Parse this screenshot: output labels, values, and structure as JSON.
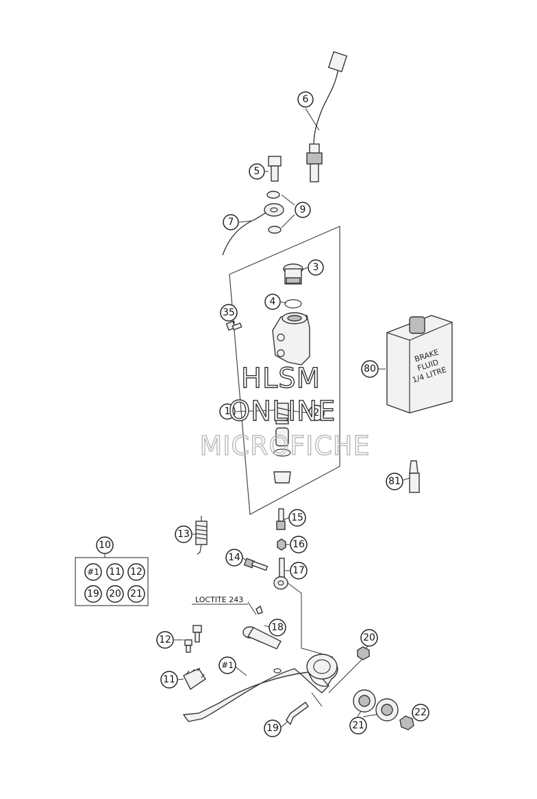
{
  "callouts": {
    "c6": "6",
    "c5": "5",
    "c9": "9",
    "c7": "7",
    "c3": "3",
    "c4": "4",
    "c35": "35",
    "c1": "1",
    "c2": "2",
    "c80": "80",
    "c81": "81",
    "c15": "15",
    "c16": "16",
    "c13": "13",
    "c14": "14",
    "c17": "17",
    "c10": "10",
    "k1": "#1",
    "k11": "11",
    "k12": "12",
    "k19": "19",
    "k20": "20",
    "k21": "21",
    "c18": "18",
    "c12": "12",
    "c11": "11",
    "c1arm": "#1",
    "c20": "20",
    "c19": "19",
    "c21": "21",
    "c22": "22"
  },
  "annotation": {
    "loctite": "LOCTITE 243"
  },
  "bottle": {
    "line1": "BRAKE",
    "line2": "FLUID",
    "line3": "1/4 LITRE"
  },
  "watermark": {
    "line1": "HLSM",
    "line2": "ONLINE",
    "line3": "MICROFICHE"
  }
}
